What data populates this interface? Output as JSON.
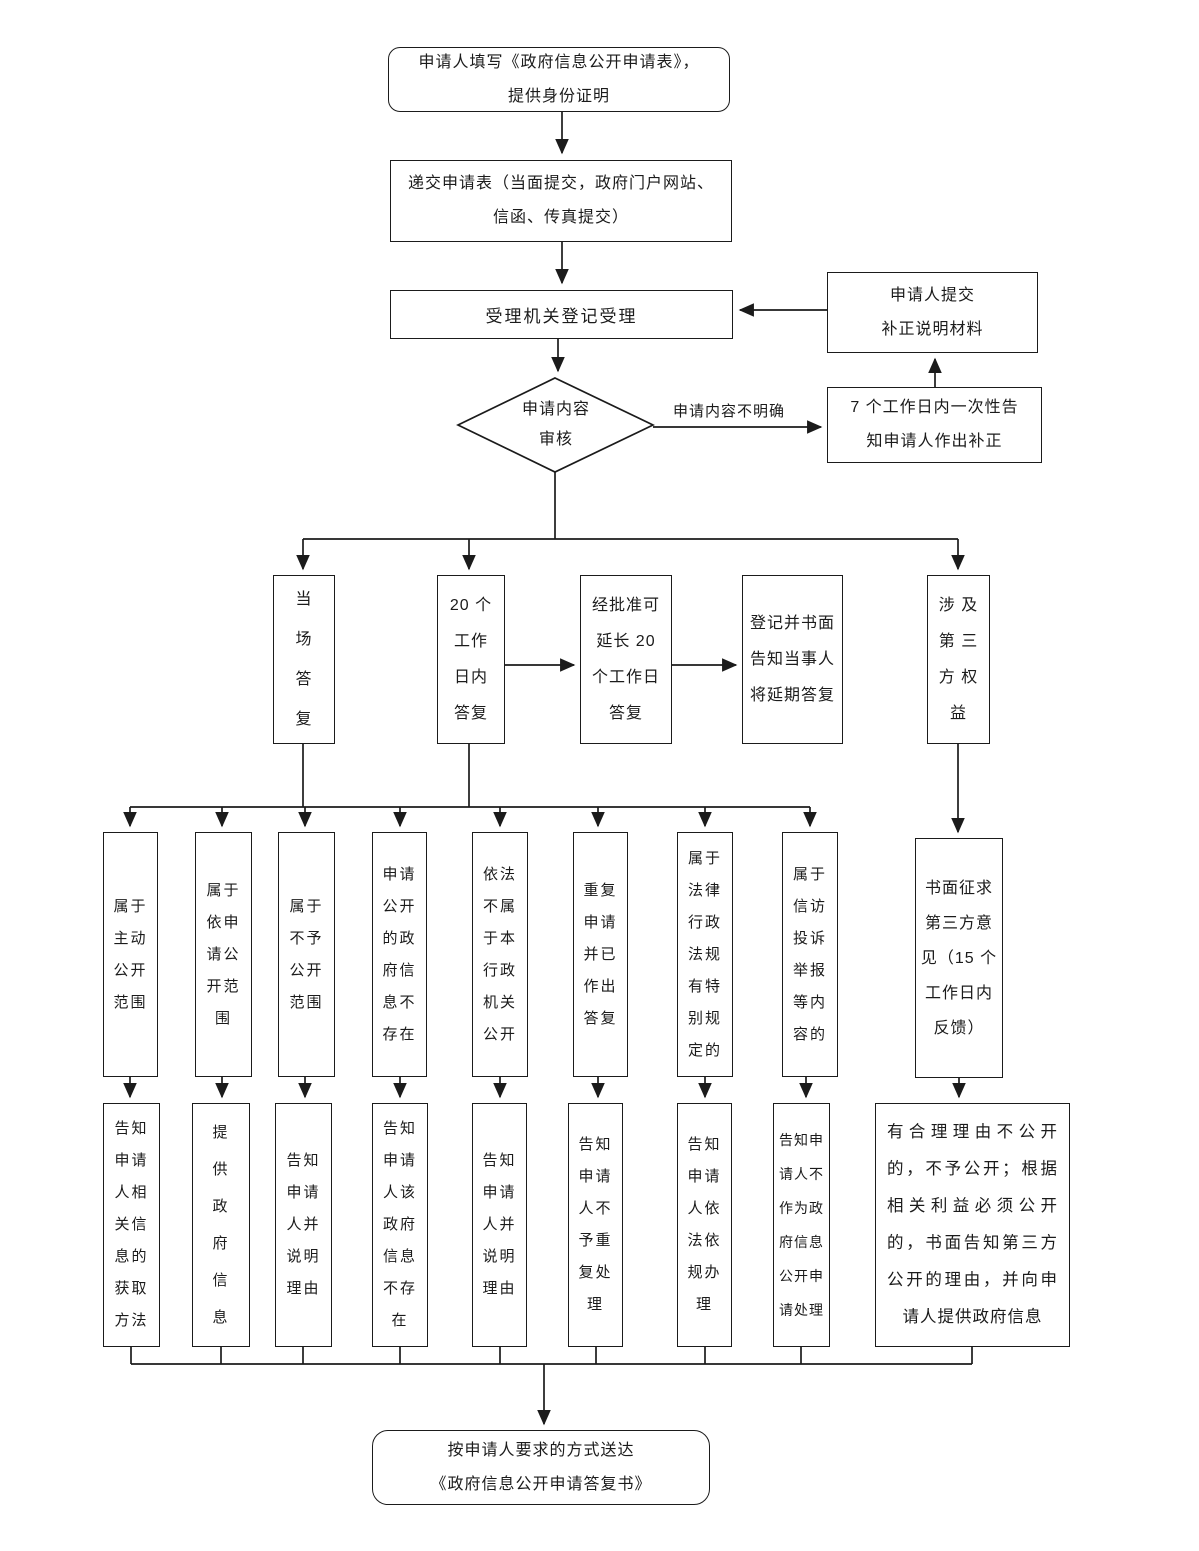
{
  "colors": {
    "ink": "#1b1b1b",
    "background": "#ffffff"
  },
  "nodes": {
    "start": "申请人填写《政府信息公开申请表》，\n提供身份证明",
    "submit": "递交申请表（当面提交，政府门户网站、\n信函、传真提交）",
    "register": "受理机关登记受理",
    "supplement": "申请人提交\n补正说明材料",
    "notify_correction": "7 个工作日内一次性告\n知申请人作出补正",
    "review": "申请内容\n审核",
    "unclear_label": "申请内容不明确",
    "middle": [
      "当\n场\n答\n复",
      "20 个\n工作\n日内\n答复",
      "经批准可\n延长 20\n个工作日\n答复",
      "登记并书面\n告知当事人\n将延期答复",
      "涉 及\n第 三\n方 权\n益"
    ],
    "conditions": [
      "属于\n主动\n公开\n范围",
      "属于\n依申\n请公\n开范\n围",
      "属于\n不予\n公开\n范围",
      "申请\n公开\n的政\n府信\n息不\n存在",
      "依法\n不属\n于本\n行政\n机关\n公开",
      "重复\n申请\n并已\n作出\n答复",
      "属于\n法律\n行政\n法规\n有特\n别规\n定的",
      "属于\n信访\n投诉\n举报\n等内\n容的"
    ],
    "third_party_consult": "书面征求\n第三方意\n见（15 个\n工作日内\n反馈）",
    "actions": [
      "告知\n申请\n人相\n关信\n息的\n获取\n方法",
      "提\n供\n政\n府\n信\n息",
      "告知\n申请\n人并\n说明\n理由",
      "告知\n申请\n人该\n政府\n信息\n不存\n在",
      "告知\n申请\n人并\n说明\n理由",
      "告知\n申请\n人不\n予重\n复处\n理",
      "告知\n申请\n人依\n法依\n规办\n理",
      "告知申\n请人不\n作为政\n府信息\n公开申\n请处理"
    ],
    "third_party_action": "有合理理由不公开的，不予公开；根据相关利益必须公开的，书面告知第三方公开的理由，并向申请人提供政府信息",
    "deliver": "按申请人要求的方式送达\n《政府信息公开申请答复书》"
  }
}
